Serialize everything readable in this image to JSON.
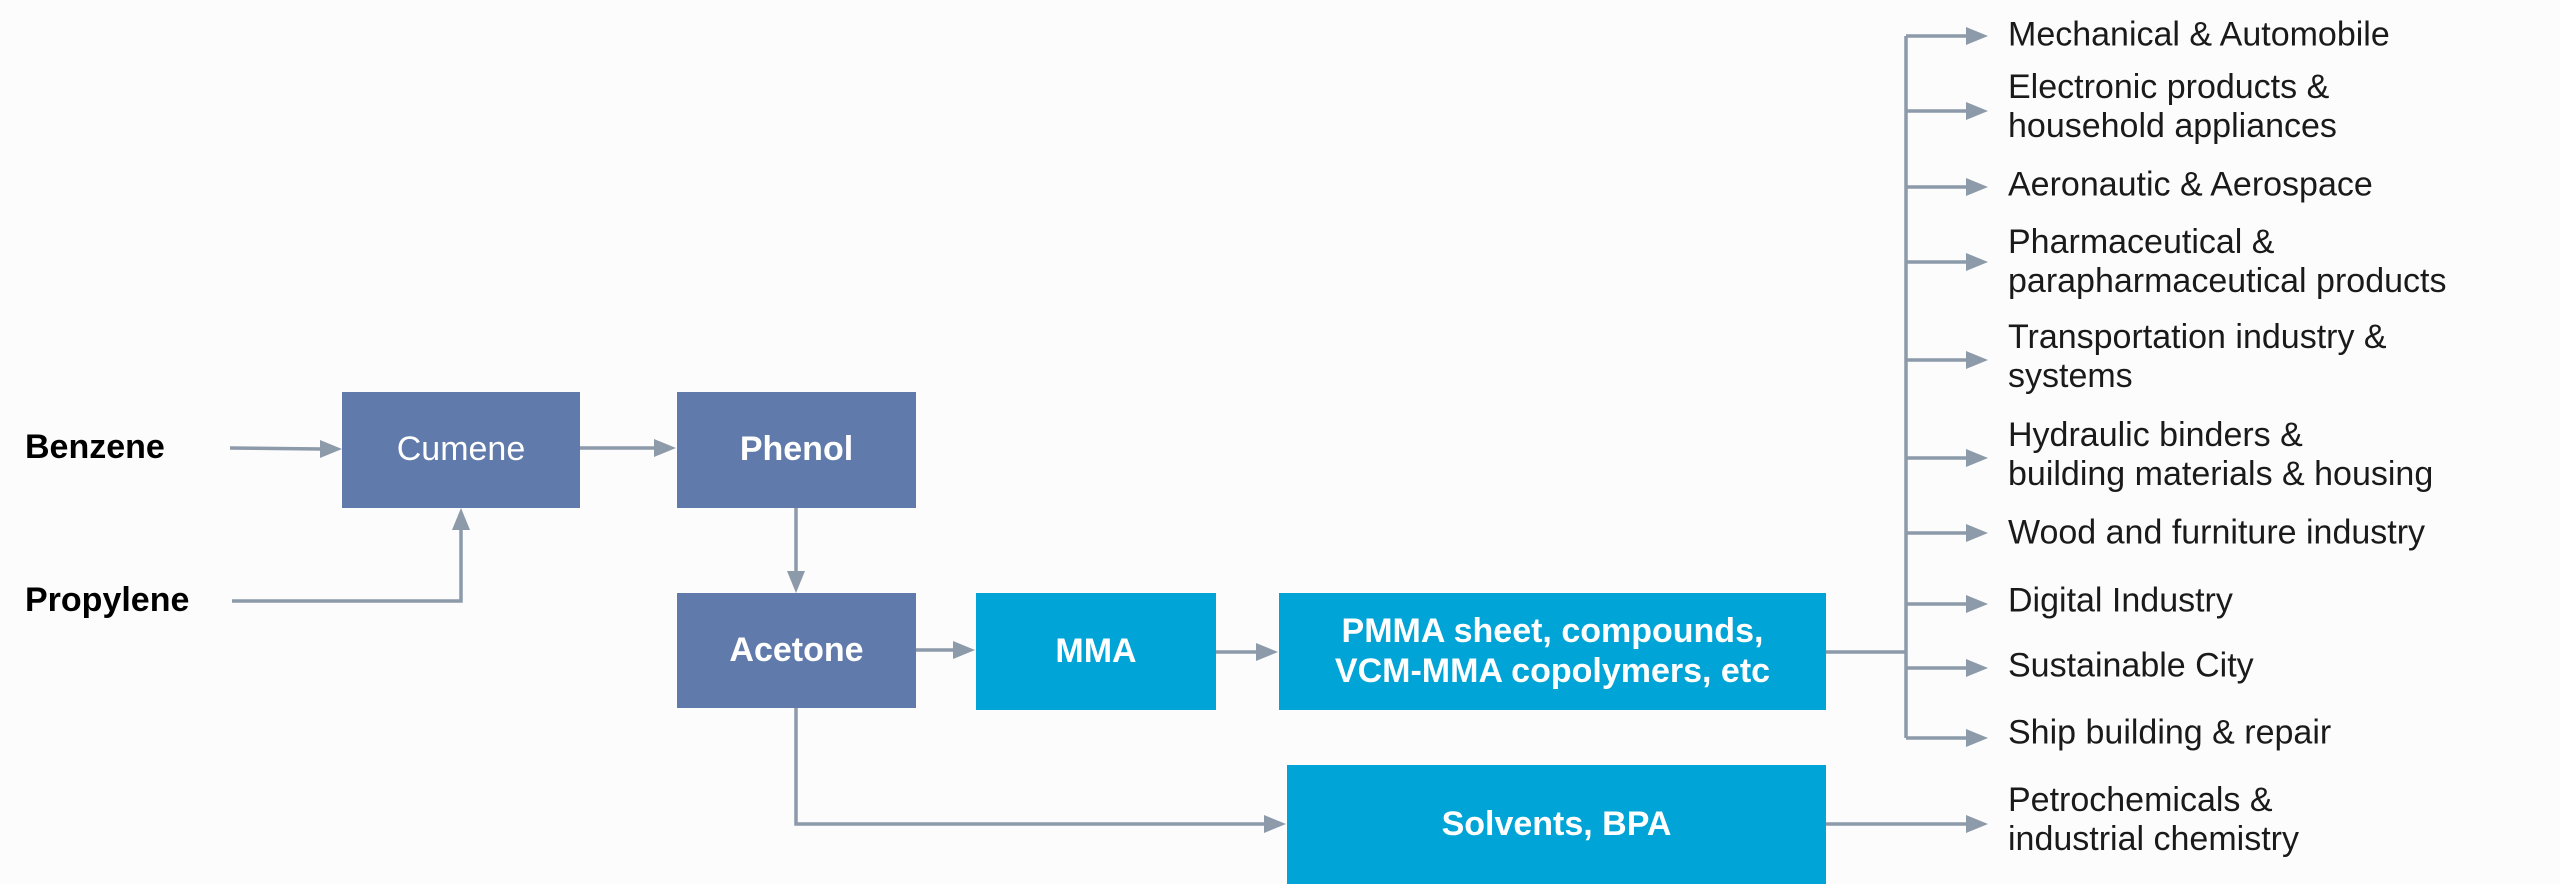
{
  "inputs": {
    "benzene": "Benzene",
    "propylene": "Propylene"
  },
  "nodes": {
    "cumene": "Cumene",
    "phenol": "Phenol",
    "acetone": "Acetone",
    "mma": "MMA",
    "pmma": "PMMA sheet, compounds,\nVCM-MMA copolymers, etc",
    "solvents": "Solvents, BPA"
  },
  "applications": [
    "Mechanical & Automobile",
    "Electronic products &\nhousehold appliances",
    "Aeronautic & Aerospace",
    "Pharmaceutical &\nparapharmaceutical products",
    "Transportation industry &\nsystems",
    "Hydraulic binders &\nbuilding materials & housing",
    "Wood and furniture industry",
    "Digital Industry",
    "Sustainable City",
    "Ship building & repair"
  ],
  "solvents_application": "Petrochemicals  &\nindustrial chemistry",
  "colors": {
    "slate": "#607bab",
    "cyan": "#00a4d6",
    "connector": "#8c9aa9"
  }
}
